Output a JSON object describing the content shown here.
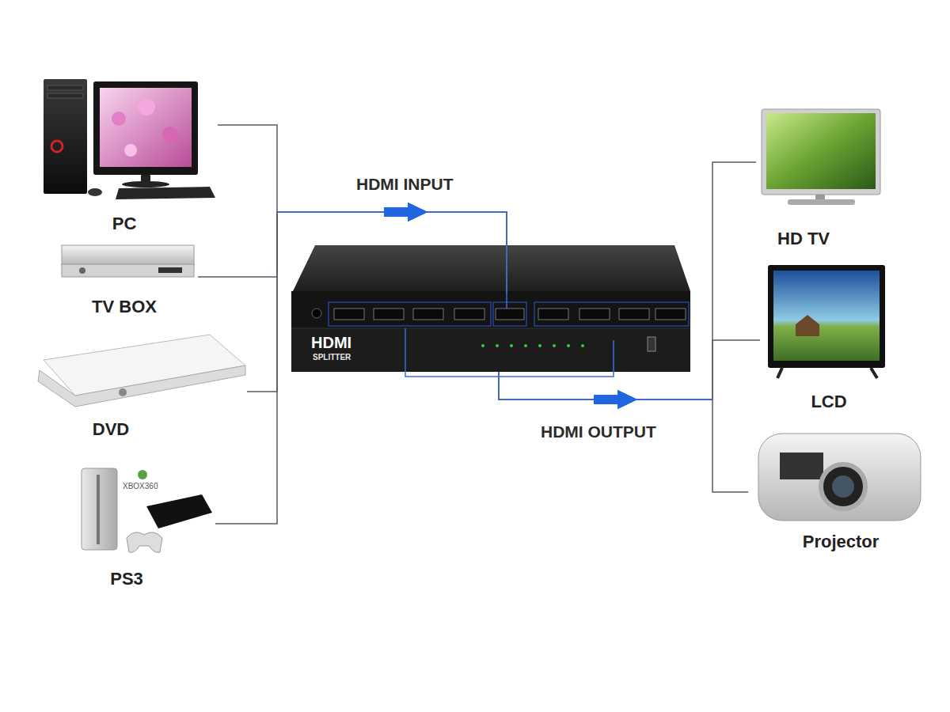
{
  "diagram": {
    "nodes": [
      {
        "text": [
          "PC"
        ]
      },
      {
        "text": [
          "TV BOX"
        ]
      },
      {
        "text": [
          "DVD"
        ]
      },
      {
        "text": [
          "PS3"
        ]
      },
      {
        "text": [
          "HDMI",
          "SPLITTER"
        ]
      },
      {
        "text": [
          "HD TV"
        ]
      },
      {
        "text": [
          "LCD"
        ]
      },
      {
        "text": [
          "Projector"
        ]
      }
    ],
    "edges": [
      {
        "from": 0,
        "to": 4,
        "arrow": "to"
      },
      {
        "from": 1,
        "to": 4,
        "arrow": "to"
      },
      {
        "from": 2,
        "to": 4,
        "arrow": "to"
      },
      {
        "from": 3,
        "to": 4,
        "arrow": "to"
      },
      {
        "from": 4,
        "to": 5,
        "arrow": "to"
      },
      {
        "from": 4,
        "to": 6,
        "arrow": "to"
      },
      {
        "from": 4,
        "to": 7,
        "arrow": "to"
      }
    ],
    "labels": [
      "HDMI INPUT",
      "HDMI OUTPUT",
      "XBOX360"
    ]
  }
}
